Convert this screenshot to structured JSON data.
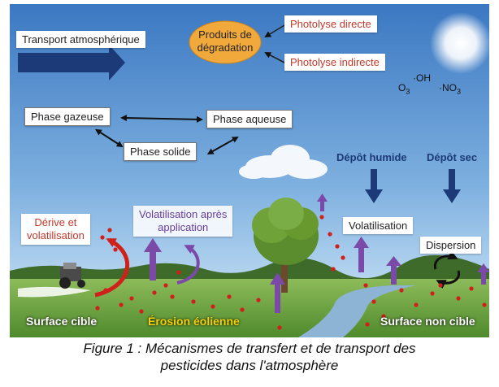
{
  "labels": {
    "transport_atmospherique": "Transport atmosphérique",
    "produits_degradation_line1": "Produits de",
    "produits_degradation_line2": "dégradation",
    "photolyse_directe": "Photolyse directe",
    "photolyse_indirecte": "Photolyse indirecte",
    "o3": "O",
    "o3_sub": "3",
    "oh": "·OH",
    "no3": "·NO",
    "no3_sub": "3",
    "phase_gazeuse": "Phase gazeuse",
    "phase_aqueuse": "Phase aqueuse",
    "phase_solide": "Phase solide",
    "depot_humide": "Dépôt humide",
    "depot_sec": "Dépôt sec",
    "derive_line1": "Dérive et",
    "derive_line2": "volatilisation",
    "volatilisation_apres_line1": "Volatilisation après",
    "volatilisation_apres_line2": "application",
    "volatilisation": "Volatilisation",
    "dispersion": "Dispersion",
    "surface_cible": "Surface cible",
    "erosion_eolienne": "Érosion éolienne",
    "surface_non_cible": "Surface non cible"
  },
  "caption": {
    "line1": "Figure 1 : Mécanismes de transfert et de transport des",
    "line2": "pesticides dans l'atmosphère"
  },
  "colors": {
    "sky_top": "#3f7fc7",
    "sky_bottom": "#cfe6f8",
    "grass": "#5f9b3a",
    "river": "#7aa7c9",
    "dark_arrow": "#1f3a6e",
    "purple": "#7b4aa8",
    "red": "#c0392b",
    "ellipse": "#f2a93b",
    "erosion_text": "#f5d100"
  }
}
